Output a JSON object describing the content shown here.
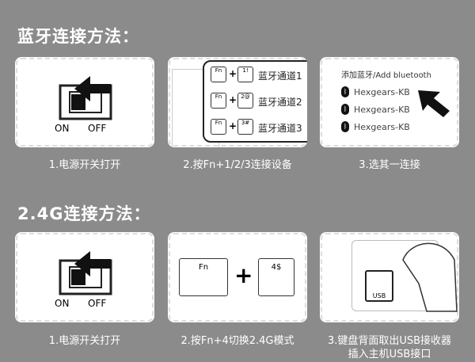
{
  "bluetooth": {
    "title": "蓝牙连接方法：",
    "steps": [
      {
        "caption": "1.电源开关打开",
        "on": "ON",
        "off": "OFF"
      },
      {
        "caption": "2.按Fn+1/2/3连接设备",
        "fn": "Fn",
        "rows": [
          {
            "key": "1!",
            "label": "蓝牙通道1"
          },
          {
            "key": "2@",
            "label": "蓝牙通道2"
          },
          {
            "key": "3#",
            "label": "蓝牙通道3"
          }
        ]
      },
      {
        "caption": "3.选其一连接",
        "header": "添加蓝牙/Add bluetooth",
        "devices": [
          "Hexgears-KB",
          "Hexgears-KB",
          "Hexgears-KB"
        ]
      }
    ]
  },
  "wireless": {
    "title": "2.4G连接方法：",
    "steps": [
      {
        "caption": "1.电源开关打开",
        "on": "ON",
        "off": "OFF"
      },
      {
        "caption": "2.按Fn+4切换2.4G模式",
        "fn": "Fn",
        "plus": "+",
        "key": "4$"
      },
      {
        "caption1": "3.键盘背面取出USB接收器",
        "caption2": "插入主机USB接口",
        "usb": "USB"
      }
    ]
  }
}
